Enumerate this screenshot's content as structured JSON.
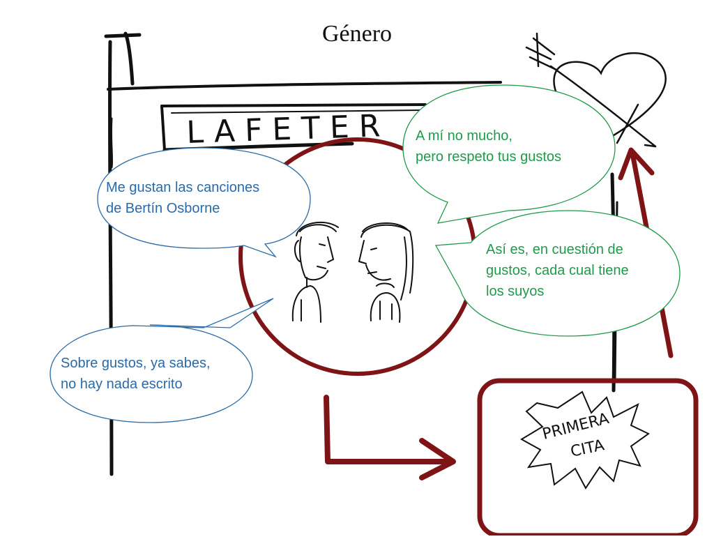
{
  "slide": {
    "title": "Género",
    "sign_text": "LAFETER",
    "badge_text_line1": "PRIMERA",
    "badge_text_line2": "CITA"
  },
  "bubbles": {
    "b1": {
      "text": "Me gustan las canciones\nde Bertín Osborne"
    },
    "b2": {
      "text": "A mí no mucho,\npero respeto tus gustos"
    },
    "b3": {
      "text": "Así es, en cuestión de\ngustos, cada cual tiene\nlos suyos"
    },
    "b4": {
      "text": "Sobre gustos, ya sabes,\nno hay nada escrito"
    }
  },
  "colors": {
    "dark_red": "#7f1416",
    "speech_blue": "#2a6aa8",
    "speech_green": "#1f9a4a",
    "ink": "#111111"
  }
}
